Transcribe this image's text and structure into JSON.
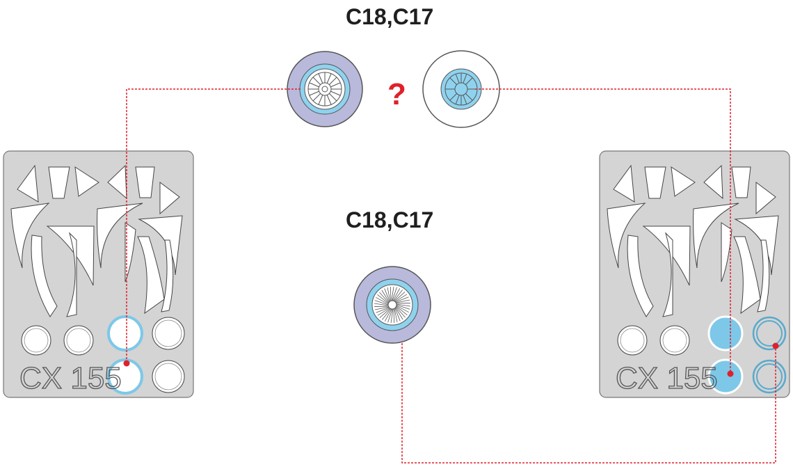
{
  "labels": {
    "top": "C18,C17",
    "middle": "C18,C17",
    "question": "?"
  },
  "frets": {
    "left_code": "CX 155",
    "right_code": "CX 155"
  },
  "colors": {
    "fret": "#d4d4d4",
    "tire_lavender": "#b9b9dc",
    "rim_blue": "#8fd2ee",
    "mask_blue": "#7dc8e8",
    "leader_line": "#e0202a",
    "question_mark": "#e0202a"
  },
  "icons": [
    "wheel-mask-spoked-icon",
    "wheel-mask-hub-icon",
    "wheel-mask-turbine-icon",
    "question-mark-icon"
  ]
}
